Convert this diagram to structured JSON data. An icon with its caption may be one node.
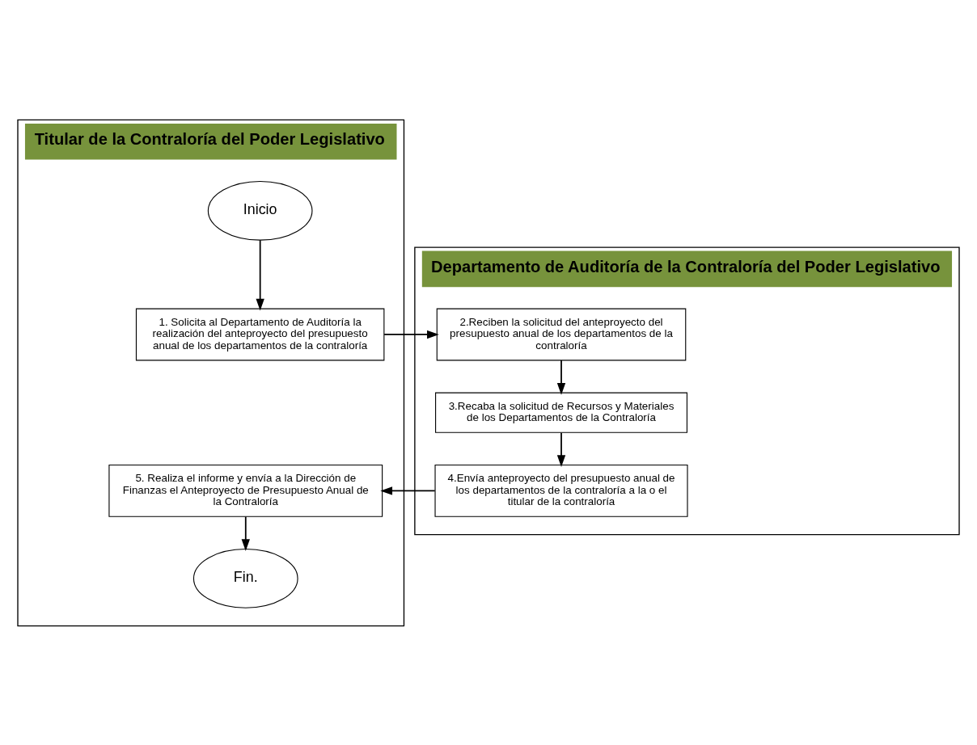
{
  "diagram": {
    "nodes": [
      {
        "text": [
          "Titular de la Contraloría del Poder Legislativo"
        ]
      },
      {
        "text": [
          "Departamento de Auditoría de la Contraloría del Poder Legislativo"
        ]
      },
      {
        "text": [
          "Inicio"
        ],
        "in": 0
      },
      {
        "text": [
          "1. Solicita al Departamento de Auditoría la realización del anteproyecto del presupuesto anual de los departamentos de la contraloría"
        ],
        "in": 0
      },
      {
        "text": [
          "2.Reciben la solicitud del anteproyecto del presupuesto anual de los departamentos de la contraloría"
        ],
        "in": 1
      },
      {
        "text": [
          "3.Recaba la solicitud de Recursos y Materiales de los Departamentos de la Contraloría"
        ],
        "in": 1
      },
      {
        "text": [
          "4.Envía anteproyecto del presupuesto anual de los departamentos de la contraloría a la o el titular de la contraloría"
        ],
        "in": 1
      },
      {
        "text": [
          "5. Realiza el informe y envía a la Dirección de Finanzas el Anteproyecto de Presupuesto Anual de la Contraloría"
        ],
        "in": 0
      },
      {
        "text": [
          "Fin."
        ],
        "in": 0
      }
    ],
    "edges": [
      {
        "from": 2,
        "to": 3,
        "arrow": "to"
      },
      {
        "from": 3,
        "to": 4,
        "arrow": "to"
      },
      {
        "from": 4,
        "to": 5,
        "arrow": "to"
      },
      {
        "from": 5,
        "to": 6,
        "arrow": "to"
      },
      {
        "from": 6,
        "to": 7,
        "arrow": "to"
      },
      {
        "from": 7,
        "to": 8,
        "arrow": "to"
      }
    ]
  }
}
